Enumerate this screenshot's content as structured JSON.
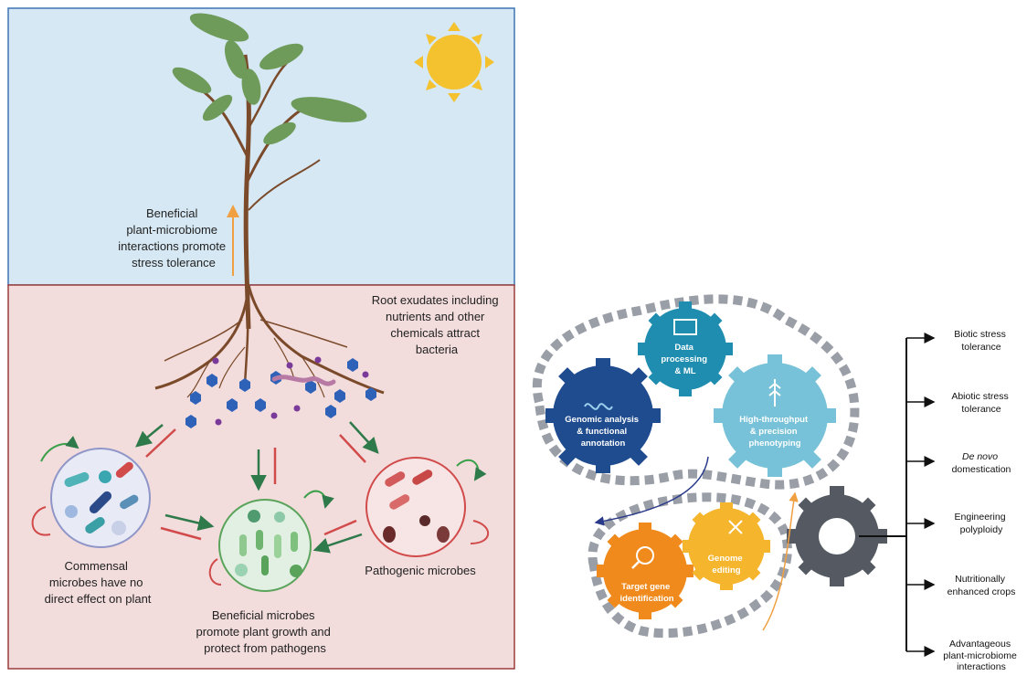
{
  "left_panel": {
    "sky_label": [
      "Beneficial",
      "plant-microbiome",
      "interactions promote",
      "stress tolerance"
    ],
    "exudates_label": [
      "Root exudates including",
      "nutrients and other",
      "chemicals attract",
      "bacteria"
    ],
    "commensal_label": [
      "Commensal",
      "microbes have no",
      "direct effect on plant"
    ],
    "beneficial_label": [
      "Beneficial microbes",
      "promote plant growth and",
      "protect from pathogens"
    ],
    "pathogenic_label": "Pathogenic microbes"
  },
  "right_panel": {
    "gears": {
      "genomic": [
        "Genomic analysis",
        "& functional",
        "annotation"
      ],
      "data": [
        "Data",
        "processing",
        "& ML"
      ],
      "phenotyping": [
        "High-throughput",
        "& precision",
        "phenotyping"
      ],
      "target": [
        "Target gene",
        "identification"
      ],
      "editing": [
        "Genome",
        "editing"
      ]
    },
    "outcomes": [
      {
        "lines": [
          "Biotic stress",
          "tolerance"
        ]
      },
      {
        "lines": [
          "Abiotic stress",
          "tolerance"
        ]
      },
      {
        "lines": [
          "De novo",
          "domestication"
        ]
      },
      {
        "lines": [
          "Engineering",
          "polyploidy"
        ]
      },
      {
        "lines": [
          "Nutritionally",
          "enhanced crops"
        ]
      },
      {
        "lines": [
          "Advantageous",
          "plant-microbiome",
          "interactions"
        ]
      }
    ]
  },
  "colors": {
    "sky": "#d6e8f3",
    "soil": "#f2dcdc",
    "sky_border": "#3d74b5",
    "soil_border": "#9b3d3d",
    "sun": "#f4c12f",
    "gear_navy": "#1f4c8f",
    "gear_teal": "#1e8db0",
    "gear_lightblue": "#77c2d8",
    "gear_orange": "#f08a1c",
    "gear_yellow": "#f5b52c",
    "gear_gray": "#555a62"
  }
}
